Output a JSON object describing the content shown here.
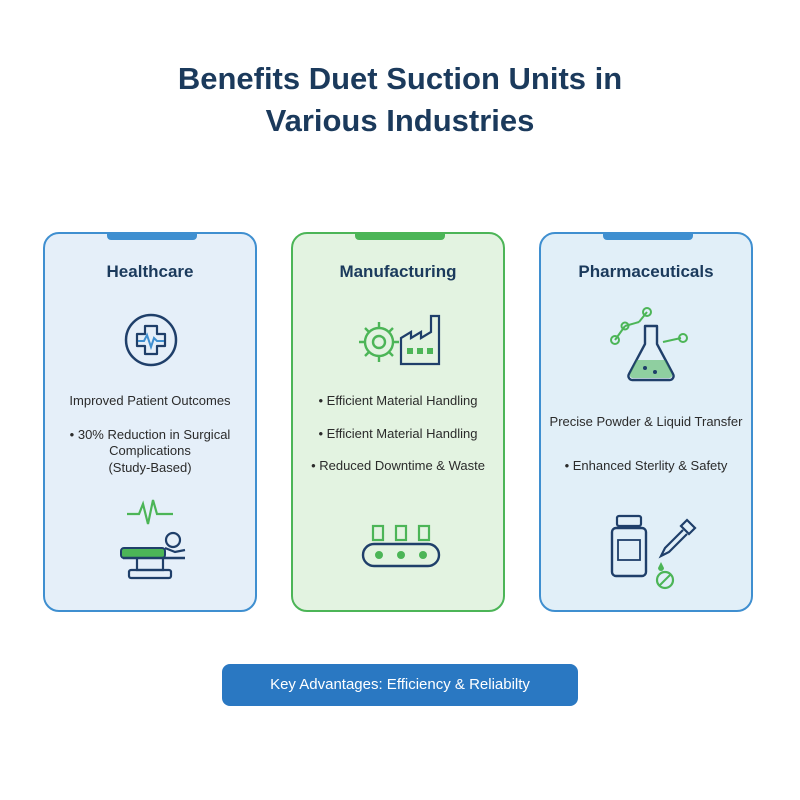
{
  "title": {
    "line1": "Benefits Duet Suction Units in",
    "line2": "Various Industries"
  },
  "cards": [
    {
      "title": "Healthcare",
      "lines": [
        "Improved Patient Outcomes",
        "• 30% Reduction in Surgical",
        "Complications",
        "(Study-Based)"
      ],
      "icons": [
        "medical-cross-heartbeat-icon",
        "heartbeat-line-icon",
        "patient-on-bed-icon"
      ]
    },
    {
      "title": "Manufacturing",
      "lines": [
        "• Efficient Material Handling",
        "• Efficient Material Handling",
        "• Reduced Downtime & Waste"
      ],
      "icons": [
        "gear-factory-icon",
        "conveyor-belt-icon"
      ]
    },
    {
      "title": "Pharmaceuticals",
      "lines": [
        "Precise Powder & Liquid Transfer",
        "• Enhanced Sterlity & Safety"
      ],
      "icons": [
        "molecule-flask-icon",
        "medicine-bottle-icon",
        "dropper-icon",
        "pill-icon"
      ]
    }
  ],
  "banner": {
    "label": "Key Advantages: Efficiency & Reliabilty"
  },
  "colors": {
    "title": "#1b3a5c",
    "blue": "#3f8fd0",
    "green": "#4cb557",
    "navy": "#1f3f6a",
    "banner": "#2a78c2"
  }
}
